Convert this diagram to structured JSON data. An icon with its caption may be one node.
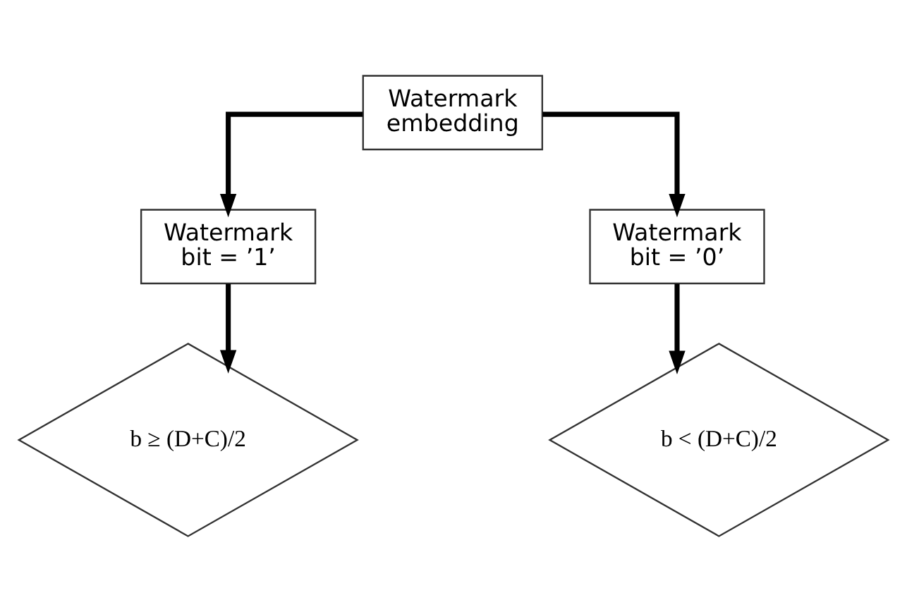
{
  "diagram": {
    "nodes": [
      {
        "text": [
          "Watermark embedding"
        ]
      },
      {
        "text": [
          "Watermark bit = ’1’"
        ]
      },
      {
        "text": [
          "Watermark bit = ’0’"
        ]
      },
      {
        "text": [
          "b ≥ (D+C)/2"
        ]
      },
      {
        "text": [
          "b < (D+C)/2"
        ]
      }
    ],
    "edges": [
      {
        "from": 0,
        "to": 1,
        "arrow": "to"
      },
      {
        "from": 0,
        "to": 2,
        "arrow": "to"
      },
      {
        "from": 1,
        "to": 3,
        "arrow": "to"
      },
      {
        "from": 2,
        "to": 4,
        "arrow": "to"
      }
    ]
  }
}
